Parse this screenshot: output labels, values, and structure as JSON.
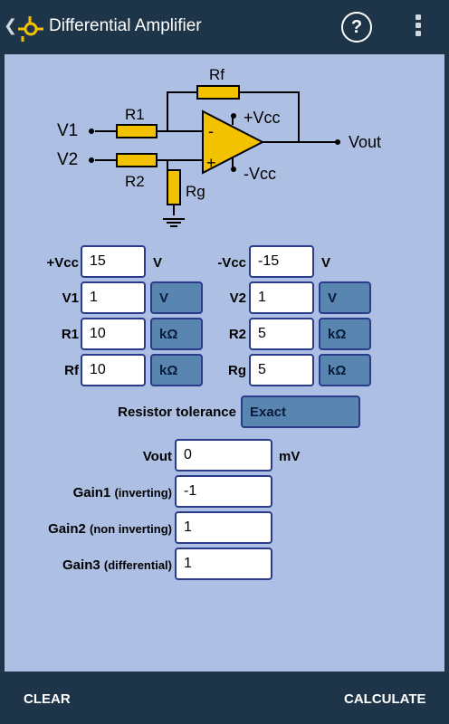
{
  "app": {
    "title": "Differential Amplifier"
  },
  "icons": {
    "back": "back-icon",
    "logo": "circuit-logo-icon",
    "help": "help-icon",
    "menu": "overflow-menu-icon"
  },
  "help_glyph": "?",
  "diagram": {
    "rf": "Rf",
    "r1": "R1",
    "r2": "R2",
    "rg": "Rg",
    "v1": "V1",
    "v2": "V2",
    "pvcc": "+Vcc",
    "nvcc": "-Vcc",
    "vout": "Vout",
    "minus": "-",
    "plus": "+",
    "colors": {
      "opamp": "#f2c200",
      "resistor": "#f2c200",
      "wire": "#000000"
    }
  },
  "inputs": {
    "pvcc": {
      "label": "+Vcc",
      "value": "15",
      "unit": "V"
    },
    "nvcc": {
      "label": "-Vcc",
      "value": "-15",
      "unit": "V"
    },
    "v1": {
      "label": "V1",
      "value": "1",
      "unit": "V"
    },
    "v2": {
      "label": "V2",
      "value": "1",
      "unit": "V"
    },
    "r1": {
      "label": "R1",
      "value": "10",
      "unit": "kΩ"
    },
    "r2": {
      "label": "R2",
      "value": "5",
      "unit": "kΩ"
    },
    "rf": {
      "label": "Rf",
      "value": "10",
      "unit": "kΩ"
    },
    "rg": {
      "label": "Rg",
      "value": "5",
      "unit": "kΩ"
    }
  },
  "tolerance": {
    "label": "Resistor tolerance",
    "value": "Exact"
  },
  "outputs": {
    "vout": {
      "label": "Vout",
      "value": "0",
      "unit": "mV"
    },
    "gain1": {
      "label": "Gain1",
      "sub": "(inverting)",
      "value": "-1"
    },
    "gain2": {
      "label": "Gain2",
      "sub": "(non inverting)",
      "value": "1"
    },
    "gain3": {
      "label": "Gain3",
      "sub": "(differential)",
      "value": "1"
    }
  },
  "buttons": {
    "clear": "CLEAR",
    "calculate": "CALCULATE"
  },
  "colors": {
    "background": "#1e3448",
    "panel": "#aebfe4",
    "field_border": "#2a3a8c",
    "select": "#5886b0"
  }
}
